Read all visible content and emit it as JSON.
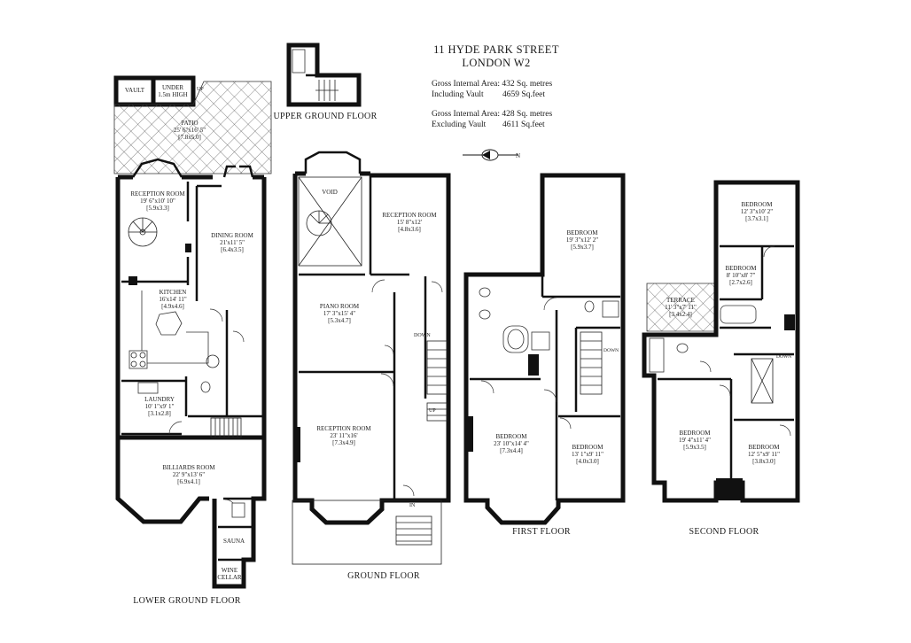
{
  "header": {
    "address_line1": "11 HYDE PARK STREET",
    "address_line2": "LONDON W2"
  },
  "areas": {
    "incl_label": "Gross Internal Area: 432 Sq. metres",
    "incl_sub": "Including Vault",
    "incl_sqft": "4659 Sq.feet",
    "excl_label": "Gross Internal Area: 428 Sq. metres",
    "excl_sub": "Excluding Vault",
    "excl_sqft": "4611 Sq.feet"
  },
  "compass": {
    "symbol": "N"
  },
  "floors": {
    "lower_ground": "LOWER GROUND FLOOR",
    "upper_ground": "UPPER GROUND FLOOR",
    "ground": "GROUND FLOOR",
    "first": "FIRST FLOOR",
    "second": "SECOND FLOOR"
  },
  "rooms": {
    "lg_vault": "VAULT",
    "lg_under_1": "UNDER",
    "lg_under_2": "1.5m HIGH",
    "lg_up": "UP",
    "lg_patio_name": "PATIO",
    "lg_patio_dim": "25' 6\"x16' 5\"",
    "lg_patio_m": "[7.8x5.0]",
    "lg_reception_name": "RECEPTION ROOM",
    "lg_reception_dim": "19' 6\"x10' 10\"",
    "lg_reception_m": "[5.9x3.3]",
    "lg_dining_name": "DINING ROOM",
    "lg_dining_dim": "21'x11' 5\"",
    "lg_dining_m": "[6.4x3.5]",
    "lg_kitchen_name": "KITCHEN",
    "lg_kitchen_dim": "16'x14' 11\"",
    "lg_kitchen_m": "[4.9x4.6]",
    "lg_laundry_name": "LAUNDRY",
    "lg_laundry_dim": "10' 1\"x9' 1\"",
    "lg_laundry_m": "[3.1x2.8]",
    "lg_billiards_name": "BILLIARDS ROOM",
    "lg_billiards_dim": "22' 9\"x13' 6\"",
    "lg_billiards_m": "[6.9x4.1]",
    "lg_sauna": "SAUNA",
    "lg_wine_1": "WINE",
    "lg_wine_2": "CELLAR",
    "g_void": "VOID",
    "g_reception_name": "RECEPTION ROOM",
    "g_reception_dim": "15' 8\"x12'",
    "g_reception_m": "[4.8x3.6]",
    "g_piano_name": "PIANO ROOM",
    "g_piano_dim": "17' 3\"x15' 4\"",
    "g_piano_m": "[5.3x4.7]",
    "g_reception2_name": "RECEPTION ROOM",
    "g_reception2_dim": "23' 11\"x16'",
    "g_reception2_m": "[7.3x4.9]",
    "g_down": "DOWN",
    "g_up": "UP",
    "g_in": "IN",
    "f_bed1_name": "BEDROOM",
    "f_bed1_dim": "19' 3\"x12' 2\"",
    "f_bed1_m": "[5.9x3.7]",
    "f_bed2_name": "BEDROOM",
    "f_bed2_dim": "23' 10\"x14' 4\"",
    "f_bed2_m": "[7.3x4.4]",
    "f_bed3_name": "BEDROOM",
    "f_bed3_dim": "13' 1\"x9' 11\"",
    "f_bed3_m": "[4.0x3.0]",
    "f_down": "DOWN",
    "s_bed1_name": "BEDROOM",
    "s_bed1_dim": "12' 3\"x10' 2\"",
    "s_bed1_m": "[3.7x3.1]",
    "s_bed2_name": "BEDROOM",
    "s_bed2_dim": "8' 10\"x8' 7\"",
    "s_bed2_m": "[2.7x2.6]",
    "s_terrace_name": "TERRACE",
    "s_terrace_dim": "11' 3\"x7' 11\"",
    "s_terrace_m": "[3.4x2.4]",
    "s_bed3_name": "BEDROOM",
    "s_bed3_dim": "19' 4\"x11' 4\"",
    "s_bed3_m": "[5.9x3.5]",
    "s_bed4_name": "BEDROOM",
    "s_bed4_dim": "12' 5\"x9' 11\"",
    "s_bed4_m": "[3.8x3.0]",
    "s_down": "DOWN"
  },
  "colors": {
    "wall": "#111111",
    "background": "#ffffff"
  }
}
